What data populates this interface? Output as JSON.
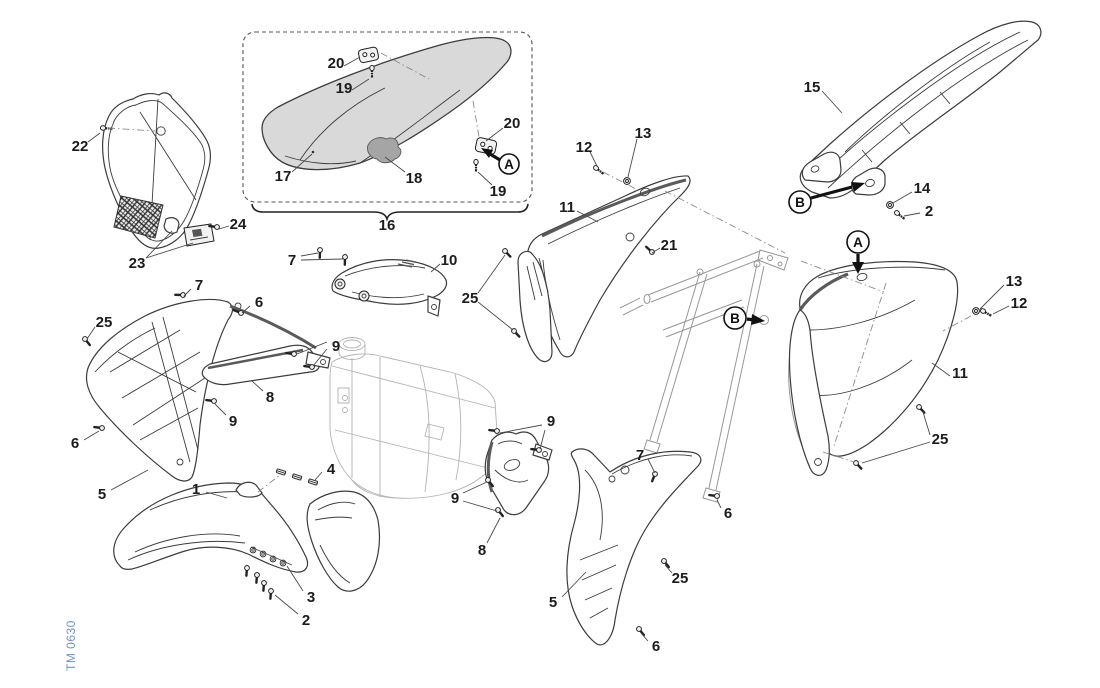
{
  "figure": {
    "code": "TM 0630",
    "type": "exploded-parts-diagram"
  },
  "markers": {
    "a": "A",
    "b": "B"
  },
  "parts": {
    "n1": "1",
    "n2": "2",
    "n3": "3",
    "n4": "4",
    "n5": "5",
    "n6": "6",
    "n7": "7",
    "n8": "8",
    "n9": "9",
    "n10": "10",
    "n11": "11",
    "n12": "12",
    "n13": "13",
    "n14": "14",
    "n15": "15",
    "n16": "16",
    "n17": "17",
    "n18": "18",
    "n19": "19",
    "n20": "20",
    "n21": "21",
    "n22": "22",
    "n23": "23",
    "n24": "24",
    "n25": "25"
  },
  "colors": {
    "outline": "#3c3c3c",
    "reference_line": "#9a9a9a",
    "seat_fill": "#d9d9d9",
    "seat_patch": "#a5a5a5",
    "label": "#1c1c1c",
    "doc_code": "#7195c2",
    "background": "#ffffff"
  }
}
